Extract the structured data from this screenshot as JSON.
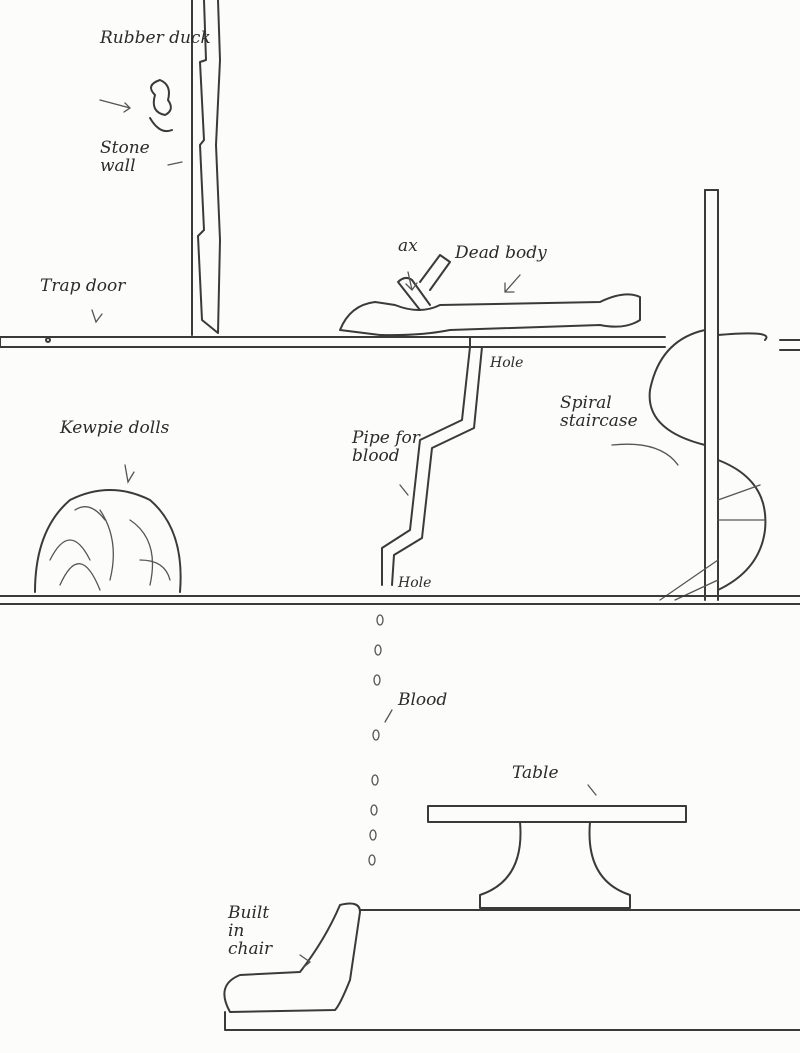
{
  "labels": {
    "rubber_duck": "Rubber duck",
    "stone_wall": "Stone wall",
    "trap_door": "Trap door",
    "ax": "ax",
    "dead_body": "Dead body",
    "hole_top": "Hole",
    "kewpie_dolls": "Kewpie dolls",
    "pipe_for_blood": "Pipe for blood",
    "spiral_staircase": "Spiral staircase",
    "hole_bottom": "Hole",
    "blood": "Blood",
    "table": "Table",
    "built_in_chair": "Built in chair"
  }
}
